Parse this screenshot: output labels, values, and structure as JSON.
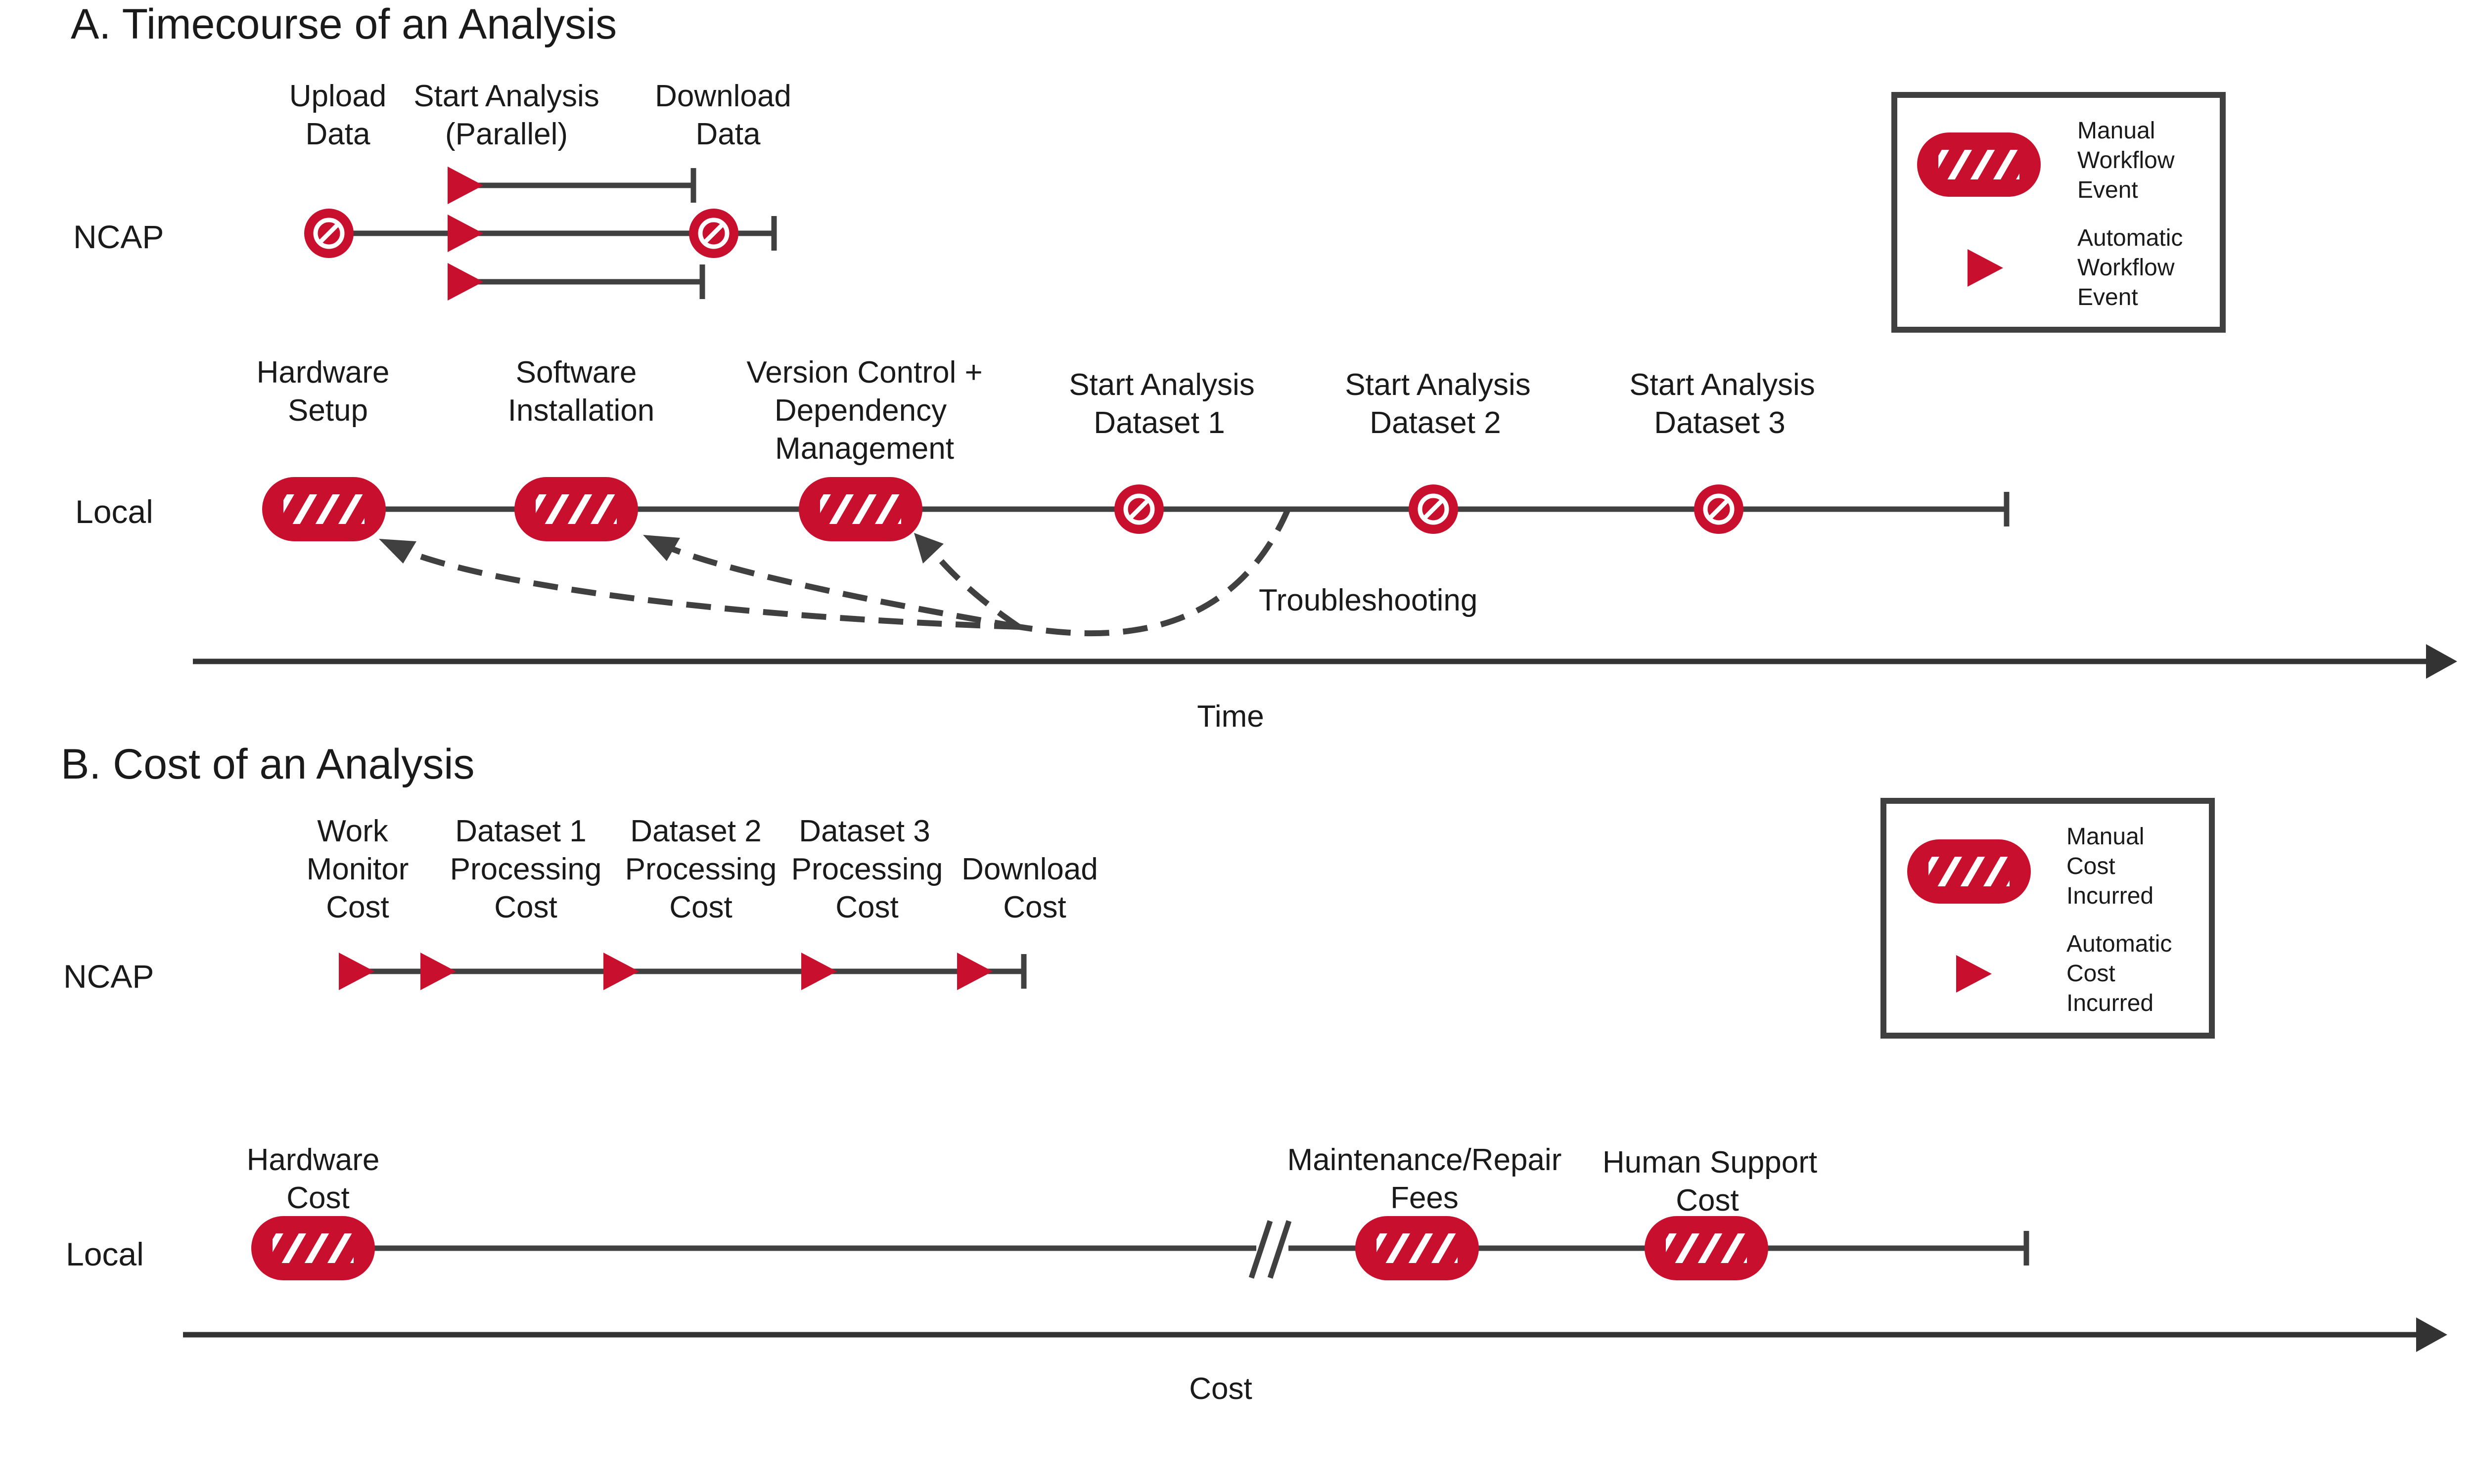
{
  "colors": {
    "accent": "#c8102e",
    "line": "#404040",
    "text": "#1a1a1a",
    "legend_border": "#404040"
  },
  "panel_a": {
    "title": "A. Timecourse of an Analysis",
    "ncap_label": "NCAP",
    "local_label": "Local",
    "ncap_events": [
      {
        "line1": "Upload",
        "line2": "Data"
      },
      {
        "line1": "Start Analysis",
        "line2": "(Parallel)"
      },
      {
        "line1": "Download",
        "line2": "Data"
      }
    ],
    "local_events": [
      {
        "line1": "Hardware",
        "line2": "Setup",
        "line3": "",
        "kind": "manual-pill"
      },
      {
        "line1": "Software",
        "line2": "Installation",
        "line3": "",
        "kind": "manual-pill"
      },
      {
        "line1": "Version Control +",
        "line2": "Dependency",
        "line3": "Management",
        "kind": "manual-pill"
      },
      {
        "line1": "Start Analysis",
        "line2": "Dataset 1",
        "line3": "",
        "kind": "manual-circle"
      },
      {
        "line1": "Start Analysis",
        "line2": "Dataset 2",
        "line3": "",
        "kind": "manual-circle"
      },
      {
        "line1": "Start Analysis",
        "line2": "Dataset 3",
        "line3": "",
        "kind": "manual-circle"
      }
    ],
    "troubleshooting_label": "Troubleshooting",
    "axis_label": "Time",
    "legend": {
      "manual": [
        "Manual",
        "Workflow",
        "Event"
      ],
      "automatic": [
        "Automatic",
        "Workflow",
        "Event"
      ]
    }
  },
  "panel_b": {
    "title": "B. Cost of an Analysis",
    "ncap_label": "NCAP",
    "local_label": "Local",
    "ncap_events": [
      {
        "line1": "Work",
        "line2": "Monitor",
        "line3": "Cost"
      },
      {
        "line1": "Dataset 1",
        "line2": "Processing",
        "line3": "Cost"
      },
      {
        "line1": "Dataset 2",
        "line2": "Processing",
        "line3": "Cost"
      },
      {
        "line1": "Dataset 3",
        "line2": "Processing",
        "line3": "Cost"
      },
      {
        "line1": "",
        "line2": "Download",
        "line3": "Cost"
      }
    ],
    "local_events": [
      {
        "line1": "Hardware",
        "line2": "Cost"
      },
      {
        "line1": "Maintenance/Repair",
        "line2": "Fees"
      },
      {
        "line1": "Human Support",
        "line2": "Cost"
      }
    ],
    "axis_label": "Cost",
    "legend": {
      "manual": [
        "Manual",
        "Cost",
        "Incurred"
      ],
      "automatic": [
        "Automatic",
        "Cost",
        "Incurred"
      ]
    }
  }
}
